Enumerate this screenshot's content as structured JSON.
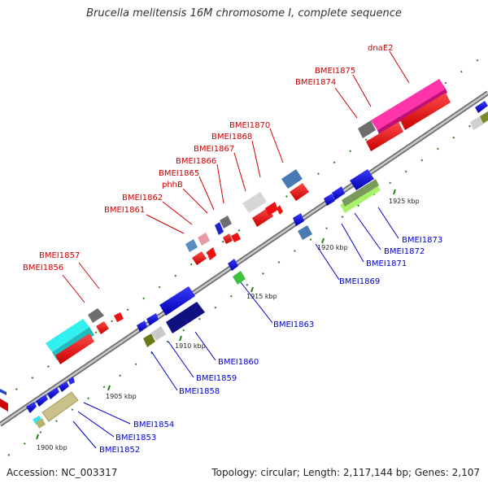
{
  "header": {
    "title": "Brucella melitensis 16M chromosome I, complete sequence"
  },
  "footer": {
    "accession": "Accession: NC_003317",
    "summary": "Topology: circular; Length: 2,117,144 bp; Genes: 2,107"
  },
  "ticks": [
    {
      "id": "t1900",
      "label": "1900 kbp"
    },
    {
      "id": "t1905",
      "label": "1905 kbp"
    },
    {
      "id": "t1910",
      "label": "1910 kbp"
    },
    {
      "id": "t1915",
      "label": "1915 kbp"
    },
    {
      "id": "t1920",
      "label": "1920 kbp"
    },
    {
      "id": "t1925",
      "label": "1925 kbp"
    }
  ],
  "labels_top": [
    "BMEI1856",
    "BMEI1857",
    "BMEI1861",
    "BMEI1862",
    "phhB",
    "BMEI1865",
    "BMEI1866",
    "BMEI1867",
    "BMEI1868",
    "BMEI1870",
    "BMEI1874",
    "BMEI1875",
    "dnaE2"
  ],
  "labels_bottom": [
    "BMEI1852",
    "BMEI1853",
    "BMEI1854",
    "BMEI1858",
    "BMEI1859",
    "BMEI1860",
    "BMEI1863",
    "BMEI1869",
    "BMEI1871",
    "BMEI1872",
    "BMEI1873"
  ],
  "colors": {
    "backbone": "#9a9a9a",
    "tick": "#2e7d1e",
    "forward_gene": "#e8111b",
    "reverse_gene": "#1111dd",
    "label_top": "#cc0000",
    "label_bottom": "#0000cc"
  }
}
